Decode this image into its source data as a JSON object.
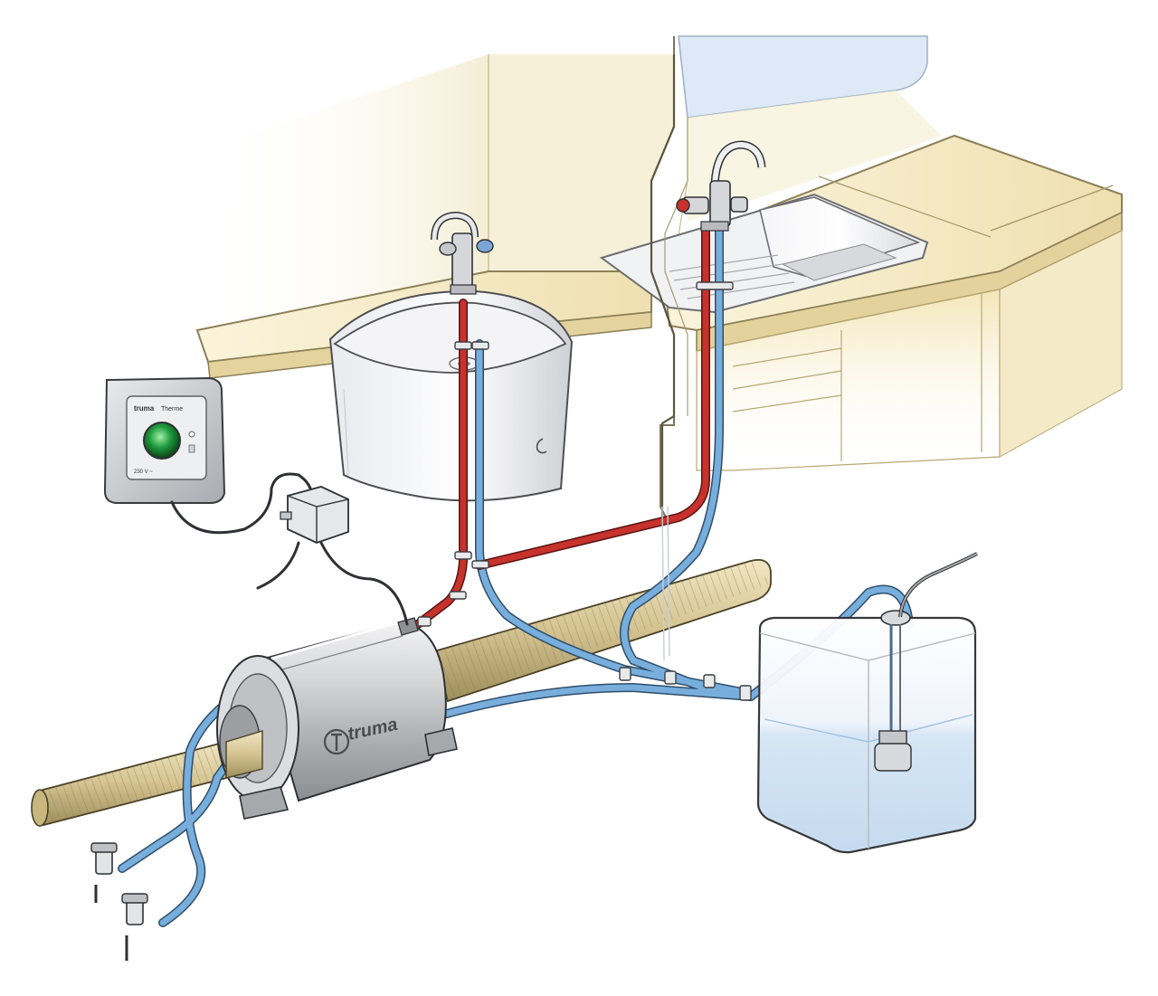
{
  "heater": {
    "brand_label": "truma"
  },
  "control_panel": {
    "brand_label": "truma",
    "model_label": "Therme",
    "footer_label": "230 V ~"
  },
  "colors": {
    "hot_water": "#c0302c",
    "cold_water": "#6fa8d8",
    "heater_body": "#c9cacc",
    "flexible_duct": "#d8c89a",
    "counter_top": "#f3e6bd",
    "wall": "#f6f1de",
    "tank_water": "#cfe2f3",
    "indicator_led": "#1d9a3c"
  },
  "icons": {
    "heater": "water-heater-icon",
    "control_panel": "control-panel-icon",
    "tank": "water-tank-icon"
  }
}
